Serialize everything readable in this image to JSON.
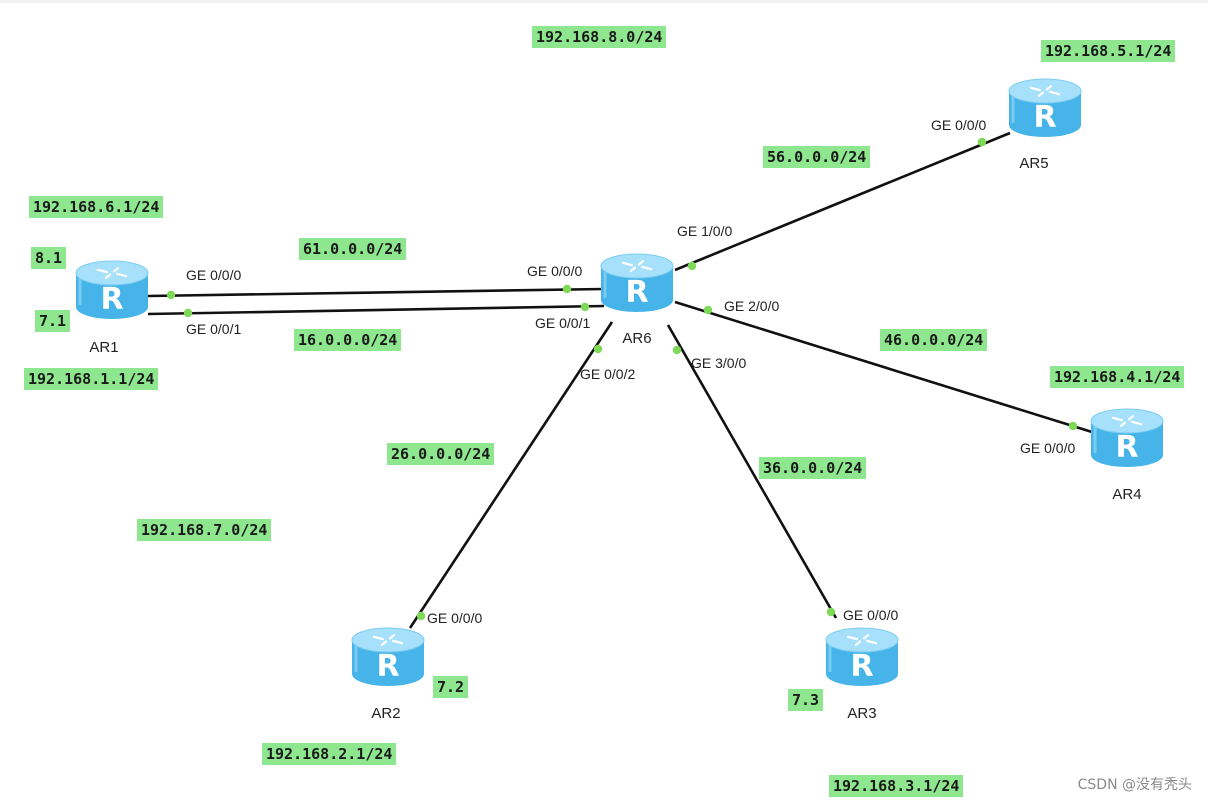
{
  "routers": [
    {
      "id": "ar1",
      "name": "AR1"
    },
    {
      "id": "ar2",
      "name": "AR2"
    },
    {
      "id": "ar3",
      "name": "AR3"
    },
    {
      "id": "ar4",
      "name": "AR4"
    },
    {
      "id": "ar5",
      "name": "AR5"
    },
    {
      "id": "ar6",
      "name": "AR6"
    }
  ],
  "router_glyph": "R",
  "router_color": "#46b4e8",
  "link_color": "#111111",
  "port_color": "#7ed957",
  "label_bg": "#8ee68e",
  "links": [
    {
      "from": "AR1",
      "to": "AR6",
      "network": "61.0.0.0/24",
      "from_port": "GE 0/0/0",
      "to_port": "GE 0/0/0"
    },
    {
      "from": "AR1",
      "to": "AR6",
      "network": "16.0.0.0/24",
      "from_port": "GE 0/0/1",
      "to_port": "GE 0/0/1"
    },
    {
      "from": "AR6",
      "to": "AR5",
      "network": "56.0.0.0/24",
      "from_port": "GE 1/0/0",
      "to_port": "GE 0/0/0"
    },
    {
      "from": "AR6",
      "to": "AR4",
      "network": "46.0.0.0/24",
      "from_port": "GE 2/0/0",
      "to_port": "GE 0/0/0"
    },
    {
      "from": "AR6",
      "to": "AR3",
      "network": "36.0.0.0/24",
      "from_port": "GE 3/0/0",
      "to_port": "GE 0/0/0"
    },
    {
      "from": "AR6",
      "to": "AR2",
      "network": "26.0.0.0/24",
      "from_port": "GE 0/0/2",
      "to_port": "GE 0/0/0"
    }
  ],
  "network_labels": {
    "net_8": "192.168.8.0/24",
    "net_5_1": "192.168.5.1/24",
    "net_6_1": "192.168.6.1/24",
    "host_8_1": "8.1",
    "host_7_1": "7.1",
    "net_1_1": "192.168.1.1/24",
    "net_4_1": "192.168.4.1/24",
    "net_7": "192.168.7.0/24",
    "host_7_2": "7.2",
    "host_7_3": "7.3",
    "net_2_1": "192.168.2.1/24",
    "net_3_1": "192.168.3.1/24"
  },
  "watermark": "CSDN @没有秃头"
}
